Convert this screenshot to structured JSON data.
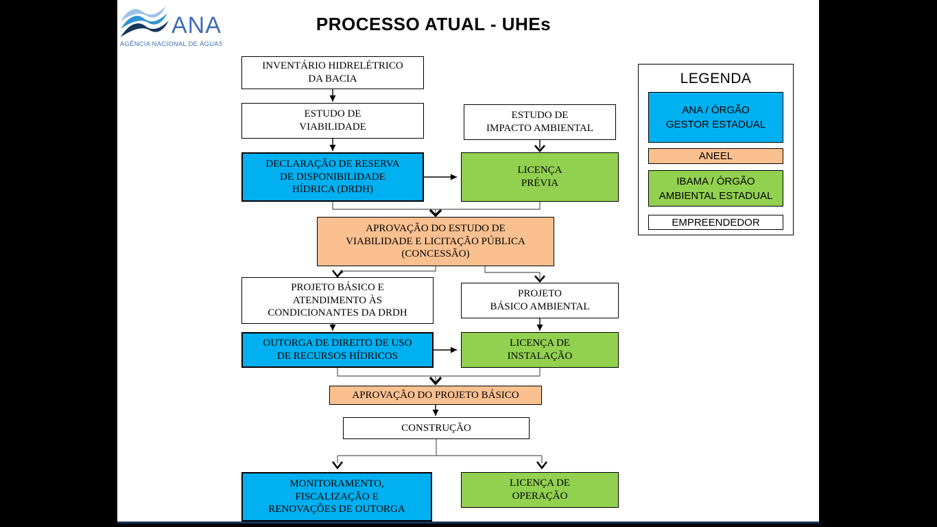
{
  "slide": {
    "title": "PROCESSO ATUAL - UHEs"
  },
  "logo": {
    "acronym": "ANA",
    "subtitle": "AGÊNCIA NACIONAL DE ÁGUAS"
  },
  "colors": {
    "ana_blue": "#00B0F0",
    "aneel_orange": "#FAC090",
    "ibama_green": "#92D050",
    "empreendedor_white": "#FFFFFF",
    "rule_navy": "#17365D",
    "logo_blue": "#3E6DB5"
  },
  "flowchart": {
    "boxes": [
      {
        "id": "inventario-hidreletrico",
        "label": "INVENTÁRIO HIDRELÉTRICO\nDA BACIA",
        "category": "empreendedor_white"
      },
      {
        "id": "estudo-viabilidade",
        "label": "ESTUDO DE\nVIABILIDADE",
        "category": "empreendedor_white"
      },
      {
        "id": "estudo-impacto-ambiental",
        "label": "ESTUDO DE\nIMPACTO AMBIENTAL",
        "category": "empreendedor_white"
      },
      {
        "id": "drdh",
        "label": "DECLARAÇÃO DE RESERVA\nDE DISPONIBILIDADE\nHÍDRICA (DRDH)",
        "category": "ana_blue"
      },
      {
        "id": "licenca-previa",
        "label": "LICENÇA\nPRÉVIA",
        "category": "ibama_green"
      },
      {
        "id": "aprovacao-estudo-viabilidade",
        "label": "APROVAÇÃO DO ESTUDO DE\nVIABILIDADE E LICITAÇÃO PÚBLICA\n(CONCESSÃO)",
        "category": "aneel_orange"
      },
      {
        "id": "projeto-basico-condicionantes",
        "label": "PROJETO BÁSICO E\nATENDIMENTO ÀS\nCONDICIONANTES DA DRDH",
        "category": "empreendedor_white"
      },
      {
        "id": "projeto-basico-ambiental",
        "label": "PROJETO\nBÁSICO AMBIENTAL",
        "category": "empreendedor_white"
      },
      {
        "id": "outorga",
        "label": "OUTORGA DE DIREITO DE USO\nDE RECURSOS HÍDRICOS",
        "category": "ana_blue"
      },
      {
        "id": "licenca-instalacao",
        "label": "LICENÇA DE\nINSTALAÇÃO",
        "category": "ibama_green"
      },
      {
        "id": "aprovacao-projeto-basico",
        "label": "APROVAÇÃO DO PROJETO BÁSICO",
        "category": "aneel_orange"
      },
      {
        "id": "construcao",
        "label": "CONSTRUÇÃO",
        "category": "empreendedor_white"
      },
      {
        "id": "monitoramento",
        "label": "MONITORAMENTO,\nFISCALIZAÇÃO E\nRENOVAÇÕES DE OUTORGA",
        "category": "ana_blue"
      },
      {
        "id": "licenca-operacao",
        "label": "LICENÇA DE\nOPERAÇÃO",
        "category": "ibama_green"
      }
    ]
  },
  "legend": {
    "title": "LEGENDA",
    "items": [
      {
        "label": "ANA / ÓRGÃO\nGESTOR ESTADUAL",
        "category": "ana_blue"
      },
      {
        "label": "ANEEL",
        "category": "aneel_orange"
      },
      {
        "label": "IBAMA / ÓRGÃO\nAMBIENTAL ESTADUAL",
        "category": "ibama_green"
      },
      {
        "label": "EMPREENDEDOR",
        "category": "empreendedor_white"
      }
    ]
  }
}
